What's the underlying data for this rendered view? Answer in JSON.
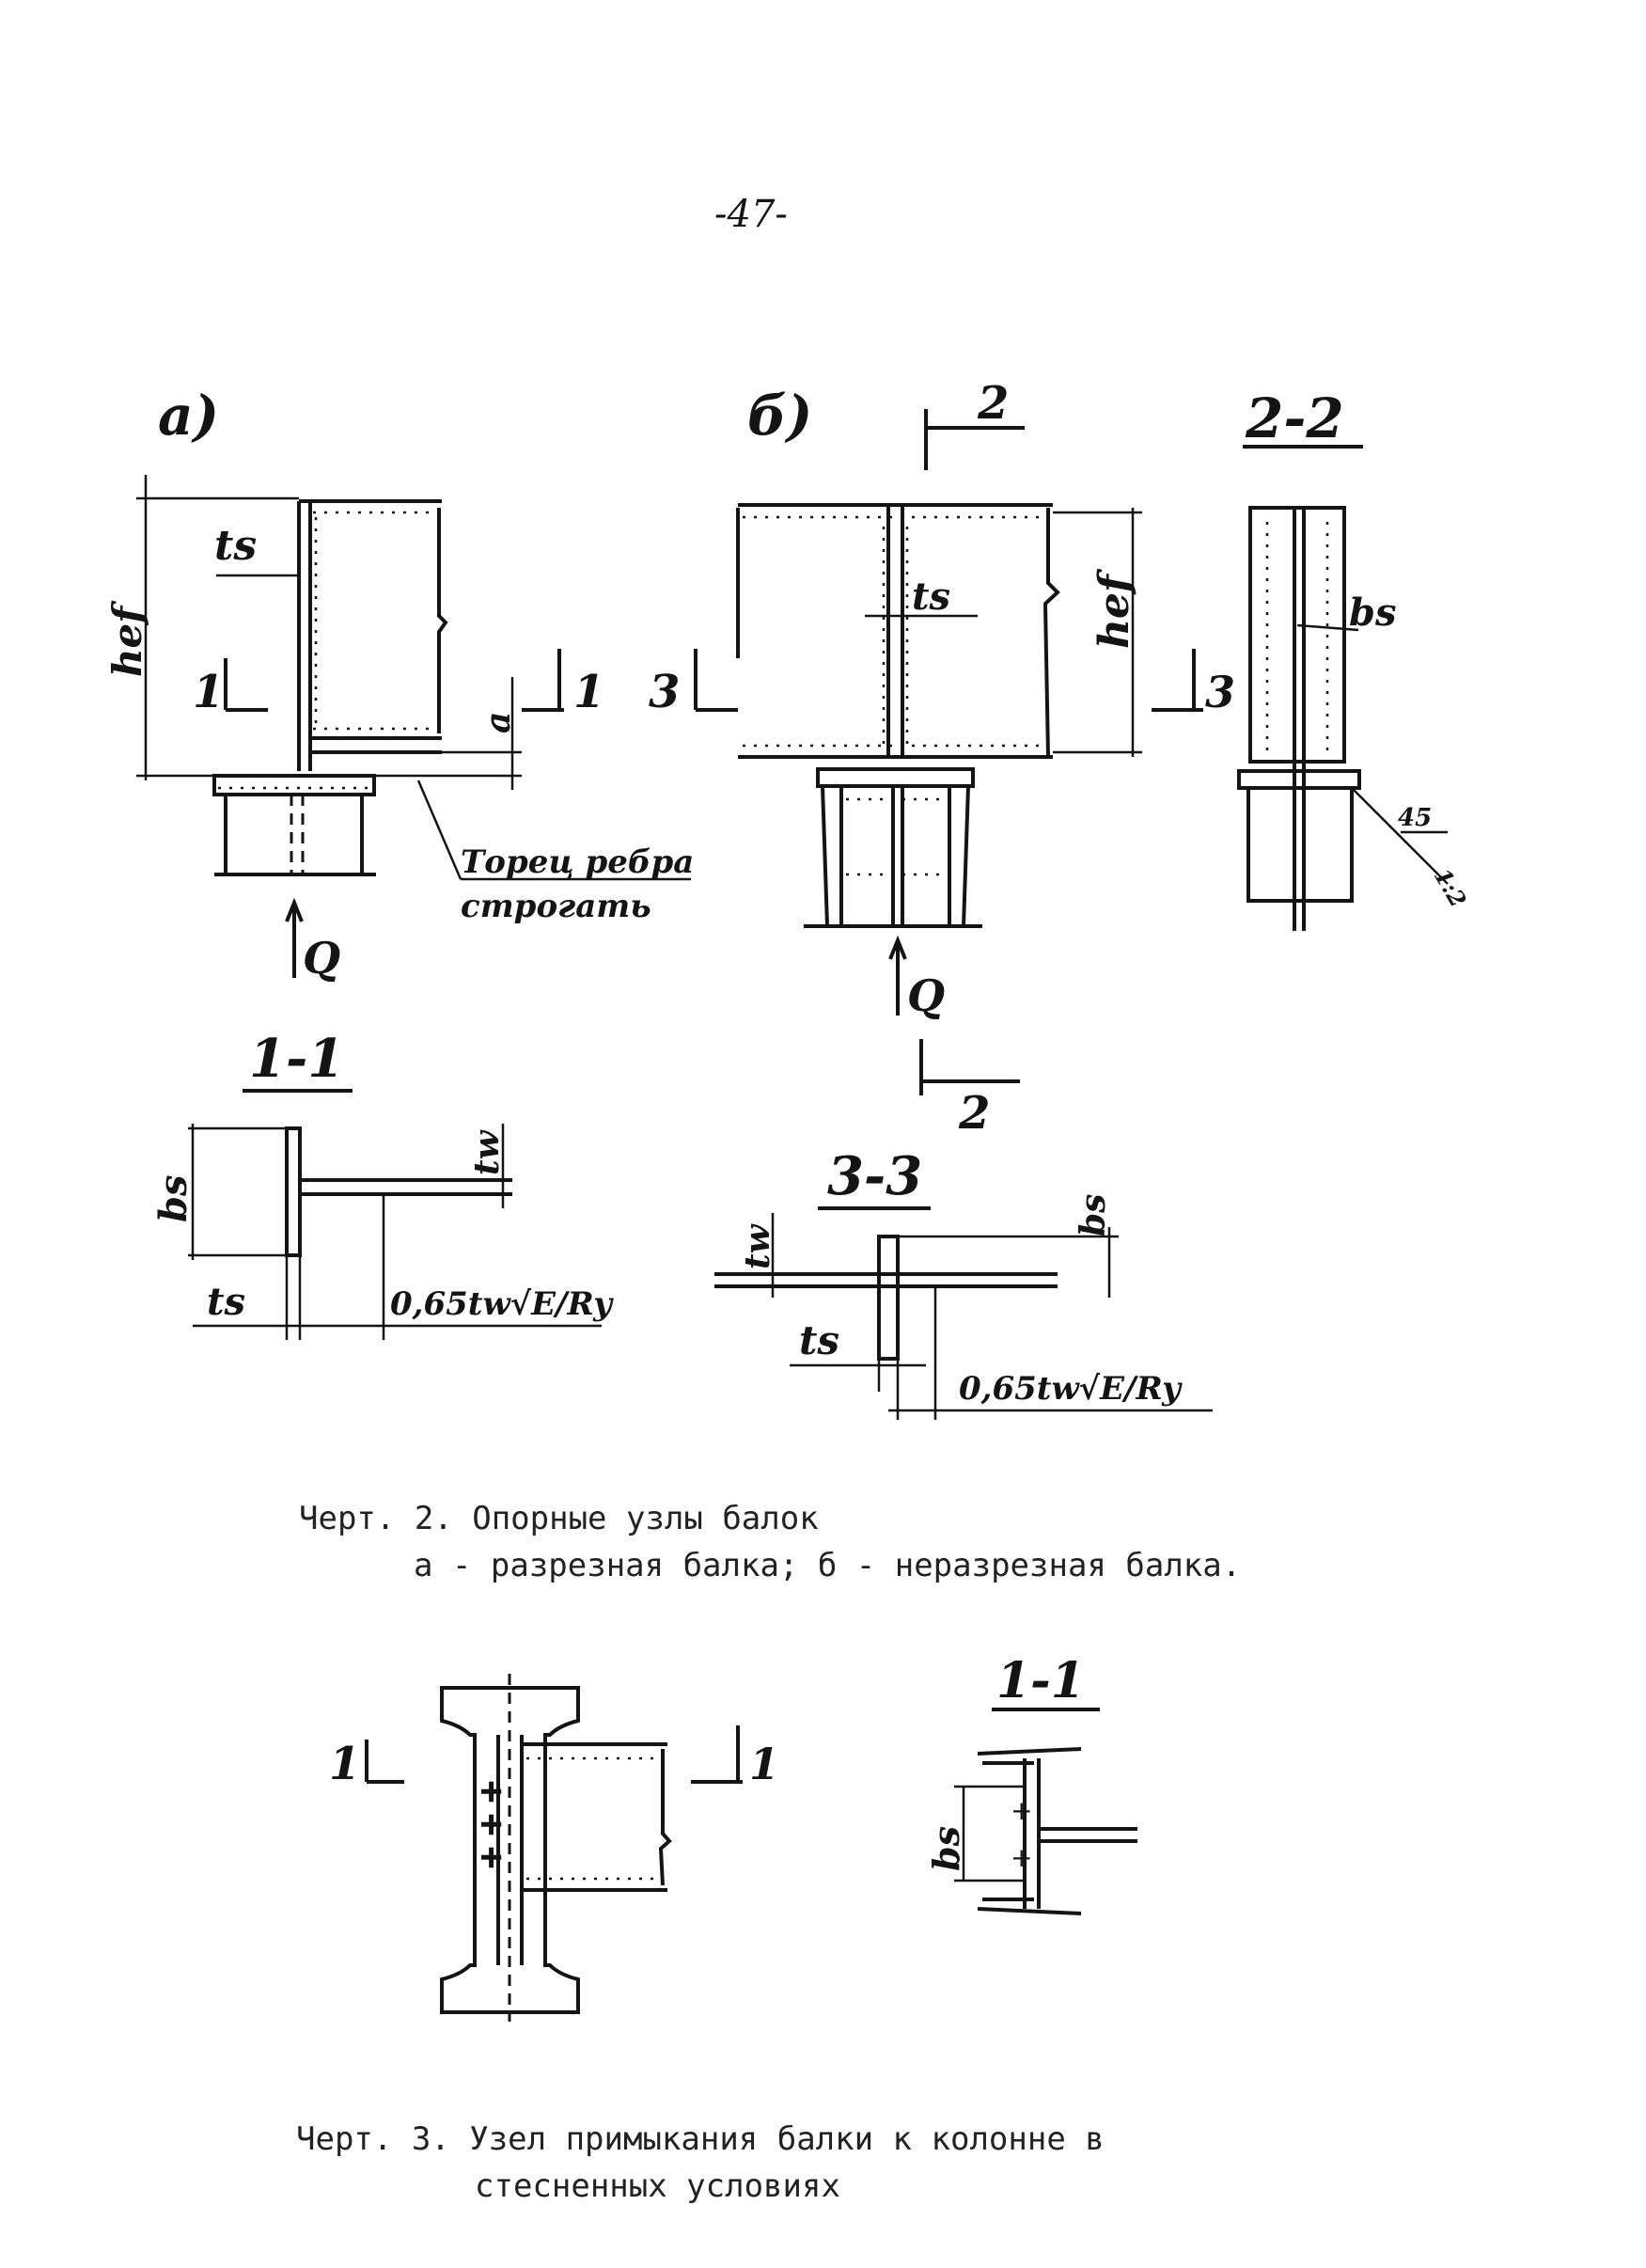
{
  "page": {
    "number": "-47-"
  },
  "fig2": {
    "view_a": {
      "label": "а)",
      "dims": {
        "ts": "ts",
        "hef": "hef",
        "a": "a"
      },
      "section_mark": "1",
      "load": "Q",
      "note_line1": "Торец ребра",
      "note_line2": "строгать"
    },
    "view_b": {
      "label": "б)",
      "dims": {
        "ts": "ts",
        "hef": "hef"
      },
      "section_mark_3": "3",
      "section_mark_2": "2",
      "load": "Q"
    },
    "section_2_2": {
      "title": "2-2",
      "bs": "bs",
      "angle": "45",
      "slope": "1:2"
    },
    "section_1_1": {
      "title": "1-1",
      "bs": "bs",
      "tw": "tw",
      "ts": "ts",
      "formula": "0,65tw√E/Ry"
    },
    "section_3_3": {
      "title": "3-3",
      "bs": "bs",
      "tw": "tw",
      "ts": "ts",
      "formula": "0,65tw√E/Ry"
    },
    "caption_line1": "Черт. 2. Опорные узлы балок",
    "caption_line2": "а - разрезная балка; б - неразрезная балка."
  },
  "fig3": {
    "section_mark": "1",
    "section_1_1": {
      "title": "1-1",
      "bs": "bs"
    },
    "caption_line1": "Черт. 3. Узел примыкания балки к колонне в",
    "caption_line2": "стесненных условиях"
  }
}
